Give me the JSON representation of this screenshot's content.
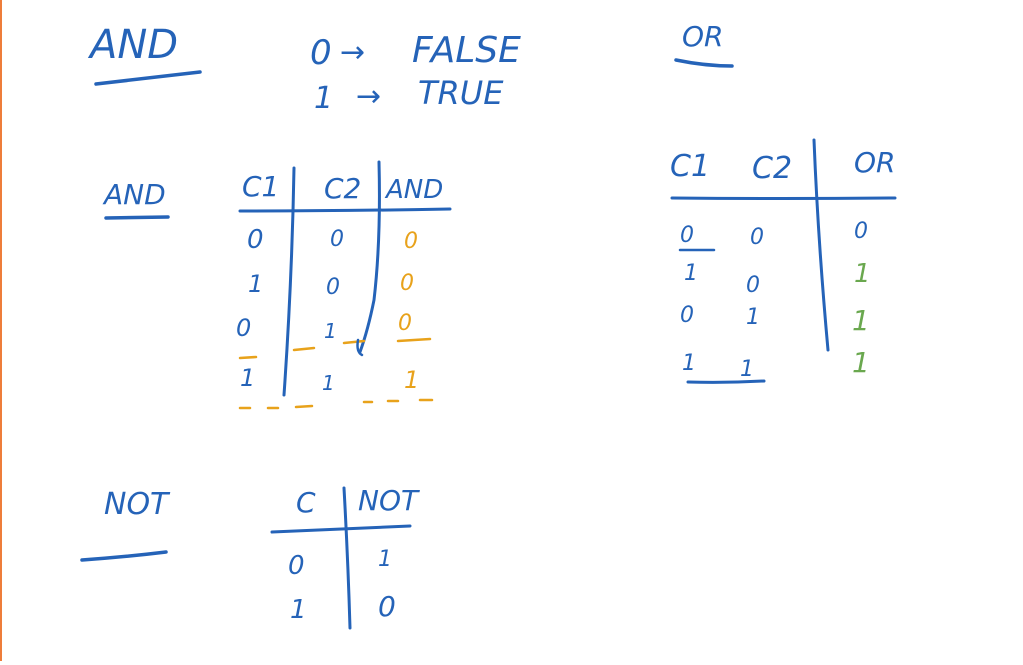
{
  "colors": {
    "ink_blue": "#2563b8",
    "ink_orange": "#e8a21b",
    "ink_green": "#6aa84f",
    "page_edge": "#ee7d3a",
    "background": "#ffffff"
  },
  "header": {
    "and_title": "AND",
    "legend": [
      {
        "symbol": "0",
        "arrow": "→",
        "meaning": "FALSE"
      },
      {
        "symbol": "1",
        "arrow": "→",
        "meaning": "TRUE"
      }
    ],
    "or_title": "OR"
  },
  "and_section": {
    "label": "AND",
    "headers": [
      "C1",
      "C2",
      "AND"
    ],
    "rows": [
      [
        "0",
        "0",
        "0"
      ],
      [
        "1",
        "0",
        "0"
      ],
      [
        "0",
        "1",
        "0"
      ],
      [
        "1",
        "1",
        "1"
      ]
    ]
  },
  "or_section": {
    "headers": [
      "C1",
      "C2",
      "OR"
    ],
    "rows": [
      [
        "0",
        "0",
        "0"
      ],
      [
        "1",
        "0",
        "1"
      ],
      [
        "0",
        "1",
        "1"
      ],
      [
        "1",
        "1",
        "1"
      ]
    ]
  },
  "not_section": {
    "label": "NOT",
    "headers": [
      "C",
      "NOT"
    ],
    "rows": [
      [
        "0",
        "1"
      ],
      [
        "1",
        "0"
      ]
    ]
  }
}
